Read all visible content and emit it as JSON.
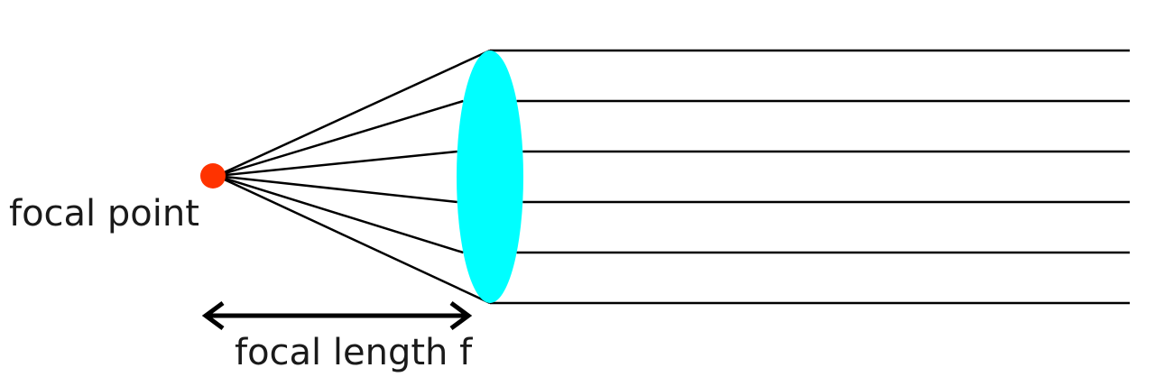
{
  "labels": {
    "focal_point": "focal point",
    "focal_length": "focal length f"
  },
  "colors": {
    "lens": "#00ffff",
    "focal_point": "#ff3300",
    "ray": "#000000",
    "background": "#ffffff"
  },
  "rays": {
    "count": 6
  }
}
